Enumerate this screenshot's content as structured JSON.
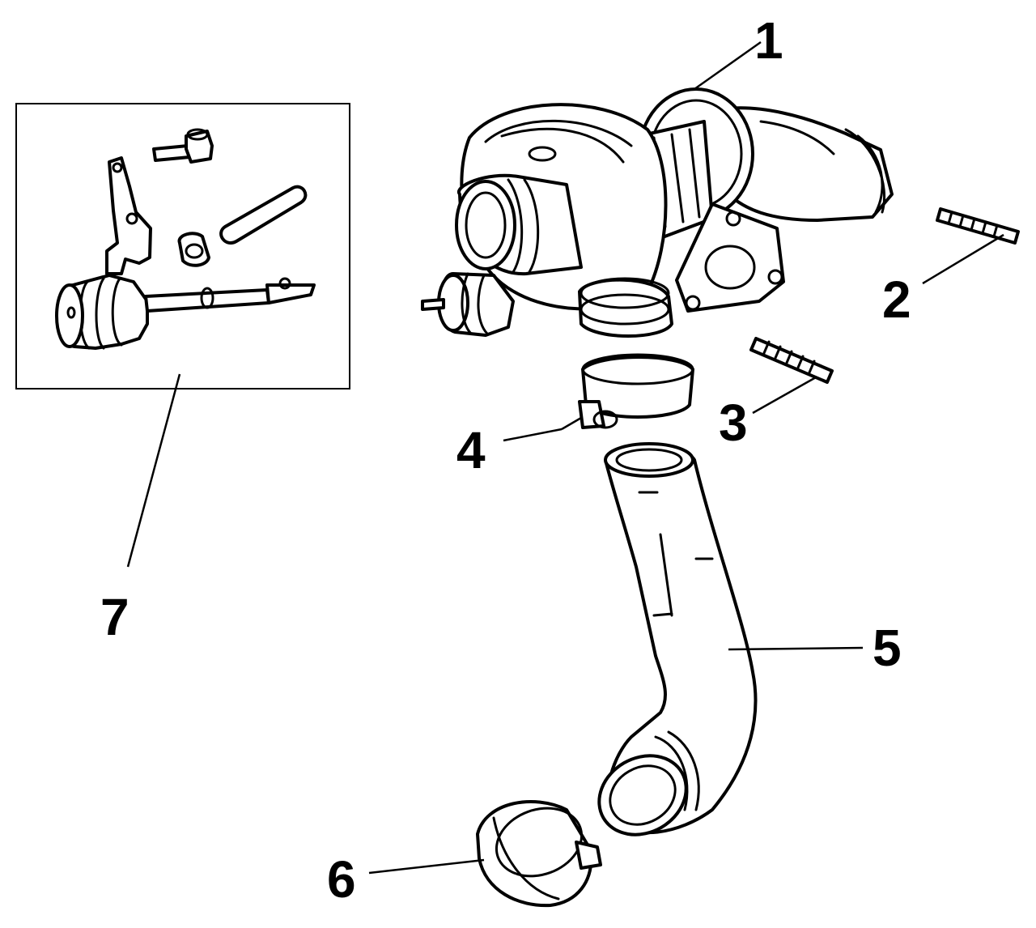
{
  "callouts": {
    "c1": "1",
    "c2": "2",
    "c3": "3",
    "c4": "4",
    "c5": "5",
    "c6": "6",
    "c7": "7"
  },
  "colors": {
    "ink": "#000000",
    "paper": "#ffffff"
  }
}
